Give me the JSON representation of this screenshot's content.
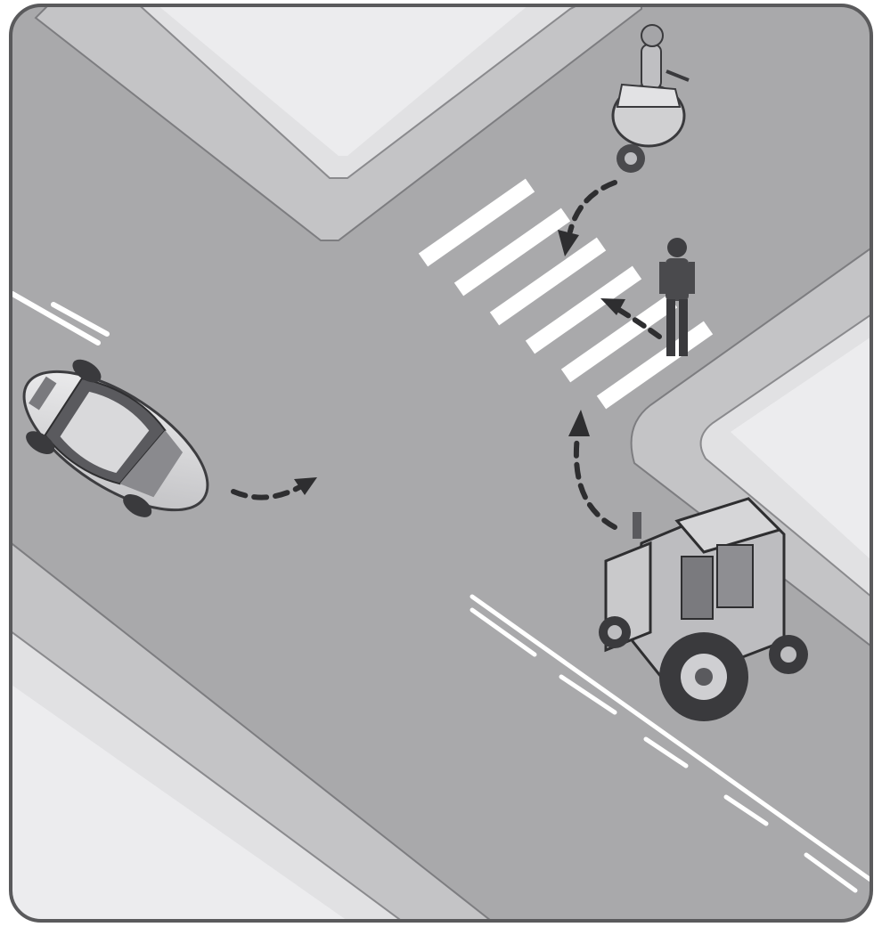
{
  "scene": {
    "description_text": "",
    "colors": {
      "road": "#a9a9ab",
      "road_dark": "#9c9c9f",
      "curb": "#c4c4c6",
      "curb_edge": "#7d7d80",
      "sidewalk": "#dcdcde",
      "block": "#e7e7e9",
      "marking": "#ffffff",
      "frame": "#5a5a5c",
      "vehicle_body": "#d9d9db",
      "vehicle_dark": "#4a4a4d",
      "arrow": "#2e2e30"
    },
    "elements": [
      {
        "id": "car",
        "kind": "car-icon",
        "path": "turns-from-left"
      },
      {
        "id": "motorcycle",
        "kind": "motorcycle-icon",
        "path": "turns-toward-crosswalk"
      },
      {
        "id": "pedestrian",
        "kind": "pedestrian-icon",
        "path": "crosses-on-crosswalk"
      },
      {
        "id": "tractor",
        "kind": "tractor-icon",
        "path": "turns-left-up"
      }
    ]
  }
}
